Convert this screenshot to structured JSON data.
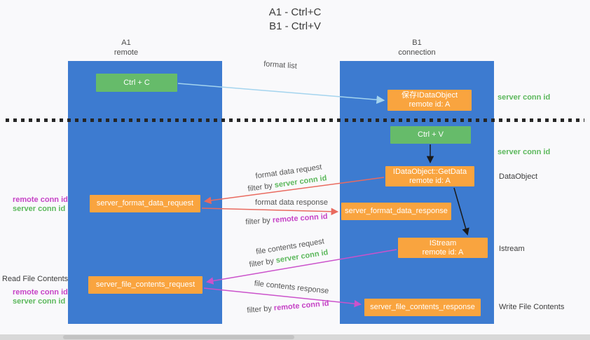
{
  "title": {
    "line1": "A1 - Ctrl+C",
    "line2": "B1 - Ctrl+V"
  },
  "lanes": {
    "left": {
      "name": "A1",
      "subtitle": "remote"
    },
    "right": {
      "name": "B1",
      "subtitle": "connection"
    }
  },
  "nodes": {
    "ctrl_c": "Ctrl + C",
    "ctrl_v": "Ctrl + V",
    "save_idataobject": {
      "line1": "保存IDataObject",
      "line2": "remote id: A"
    },
    "getdata": {
      "line1": "IDataObject::GetData",
      "line2": "remote id: A"
    },
    "istream": {
      "line1": "IStream",
      "line2": "remote id: A"
    },
    "format_data_request": "server_format_data_request",
    "format_data_response": "server_format_data_response",
    "file_contents_request": "server_file_contents_request",
    "file_contents_response": "server_file_contents_response"
  },
  "labels": {
    "format_list": "format list",
    "format_data_request": "format data request",
    "format_data_response": "format data response",
    "file_contents_request": "file contents request",
    "file_contents_response": "file contents response",
    "filter_by": "filter by",
    "server_conn_id": "server conn id",
    "remote_conn_id": "remote conn id"
  },
  "side": {
    "server_conn_id_right_top": "server conn id",
    "server_conn_id_right_mid": "server conn id",
    "dataobject": "DataObject",
    "istream": "Istream",
    "write_file_contents": "Write File Contents",
    "read_file_contents": "Read File Contents"
  },
  "colors": {
    "lane_blue": "#3d7bd0",
    "box_green": "#66bb6a",
    "box_orange": "#f9a43f",
    "arrow_blue": "#a4d4ee",
    "arrow_red": "#e96a5f",
    "arrow_magenta": "#cb52cb",
    "arrow_black": "#1a1a1a",
    "text_green": "#5cb85c",
    "text_magenta": "#c643c6"
  }
}
